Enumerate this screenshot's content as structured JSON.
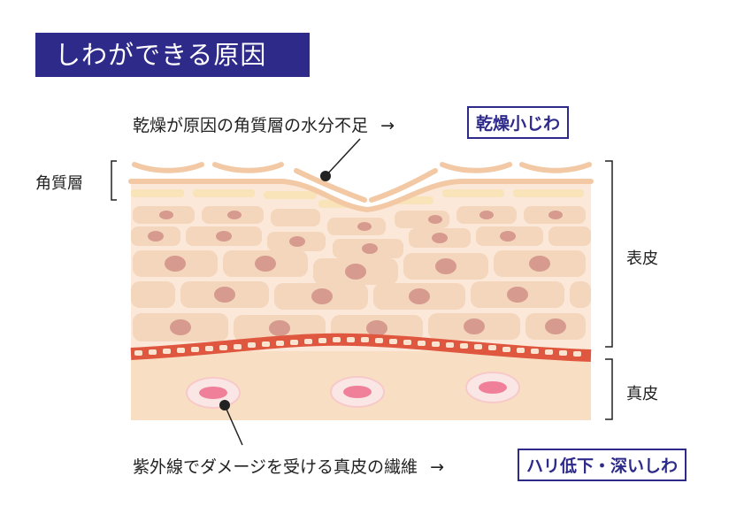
{
  "title": "しわができる原因",
  "top_caption": {
    "text": "乾燥が原因の角質層の水分不足",
    "arrow": "→",
    "result": "乾燥小じわ"
  },
  "bottom_caption": {
    "text": "紫外線でダメージを受ける真皮の繊維",
    "arrow": "→",
    "result": "ハリ低下・深いしわ"
  },
  "labels": {
    "stratum_corneum": "角質層",
    "epidermis": "表皮",
    "dermis": "真皮"
  },
  "colors": {
    "title_bg": "#2e2a8a",
    "accent_text": "#2e2a8a",
    "cell_fill": "#f5dcc4",
    "nucleus": "#d79a8f",
    "dermis": "#f8dfc4",
    "basement": "#e0573f",
    "fiber_spot": "#f07f9a"
  }
}
